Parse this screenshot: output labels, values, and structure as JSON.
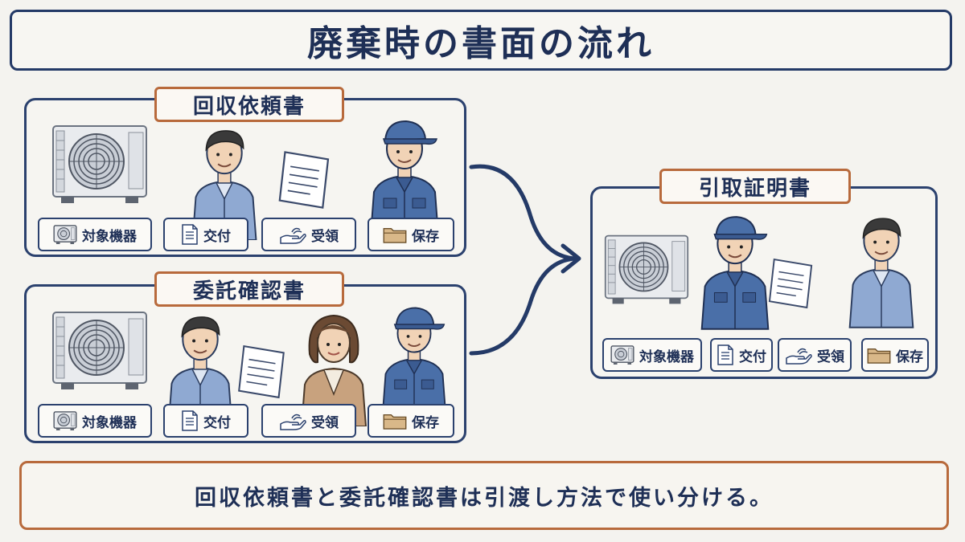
{
  "title": "廃棄時の書面の流れ",
  "panels": [
    {
      "label": "回収依頼書",
      "chips": [
        "対象機器",
        "交付",
        "受領",
        "保存"
      ]
    },
    {
      "label": "委託確認書",
      "chips": [
        "対象機器",
        "交付",
        "受領",
        "保存"
      ]
    },
    {
      "label": "引取証明書",
      "chips": [
        "対象機器",
        "交付",
        "受領",
        "保存"
      ]
    }
  ],
  "footer": "回収依頼書と委託確認書は引渡し方法で使い分ける。",
  "colors": {
    "navy": "#243a67",
    "accent_orange": "#b86a3c",
    "worker_blue": "#4a6fa8",
    "shirt_blue": "#8fa9d2",
    "folder_tan": "#d9b889"
  }
}
